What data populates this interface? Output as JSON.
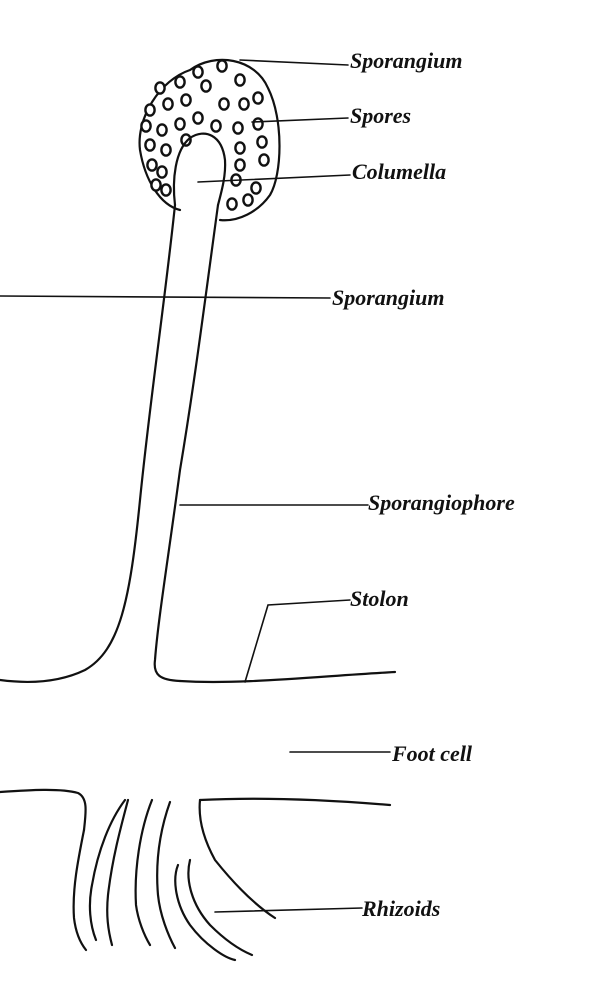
{
  "labels": {
    "sporangium_top": "Sporangium",
    "spores": "Spores",
    "columella": "Columella",
    "sporangium_mid": "Sporangium",
    "sporangiophore": "Sporangiophore",
    "stolon": "Stolon",
    "foot_cell": "Foot cell",
    "rhizoids": "Rhizoids"
  }
}
